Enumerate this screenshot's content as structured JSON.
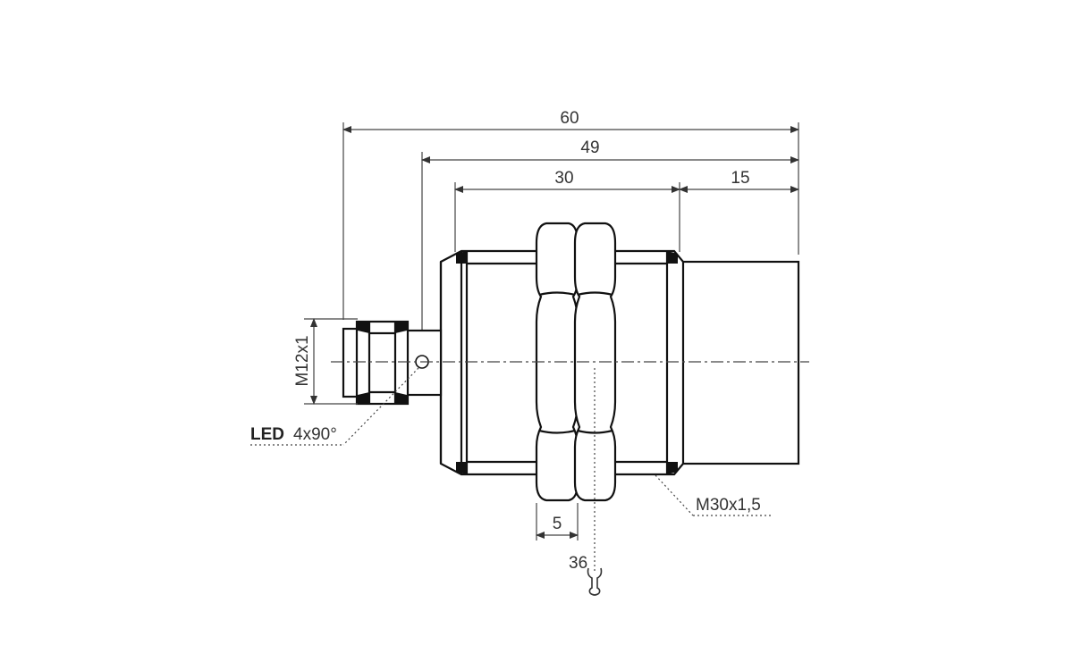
{
  "dimensions": {
    "overall_length": "60",
    "length_to_led": "49",
    "thread_length": "30",
    "sensing_face_length": "15",
    "nut_thickness": "5",
    "wrench_size": "36",
    "connector_thread": "M12x1",
    "body_thread": "M30x1,5"
  },
  "led": {
    "label": "LED",
    "spec": "4x90°"
  },
  "colors": {
    "line": "#111111",
    "dimension": "#444444",
    "text": "#333333"
  }
}
